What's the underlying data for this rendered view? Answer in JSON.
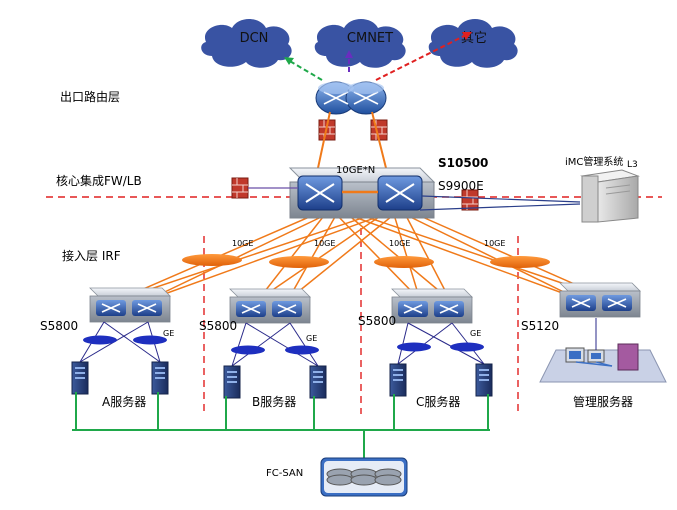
{
  "clouds": [
    "DCN",
    "CMNET",
    "其它"
  ],
  "layers": {
    "egress": "出口路由层",
    "core": "核心集成FW/LB",
    "access": "接入层 IRF"
  },
  "core": {
    "model_main": "S10500",
    "model_alt": "S9900E",
    "link_label": "10GE*N",
    "imc": "iMC管理系统",
    "imc_suffix": "L3"
  },
  "access_links": [
    "10GE",
    "10GE",
    "10GE",
    "10GE"
  ],
  "access_switches": [
    {
      "model": "S5800",
      "ge": "GE",
      "server_group": "A服务器"
    },
    {
      "model": "S5800",
      "ge": "GE",
      "server_group": "B服务器"
    },
    {
      "model": "S5800",
      "ge": "GE",
      "server_group": "C服务器"
    },
    {
      "model": "S5120",
      "ge": "",
      "server_group": "管理服务器"
    }
  ],
  "storage": "FC-SAN",
  "colors": {
    "cloud": "#2e4a9e",
    "link_orange": "#f07a1a",
    "dash_red": "#e02020",
    "san_green": "#1fa84a",
    "router_blue": "#3b6fc4"
  }
}
